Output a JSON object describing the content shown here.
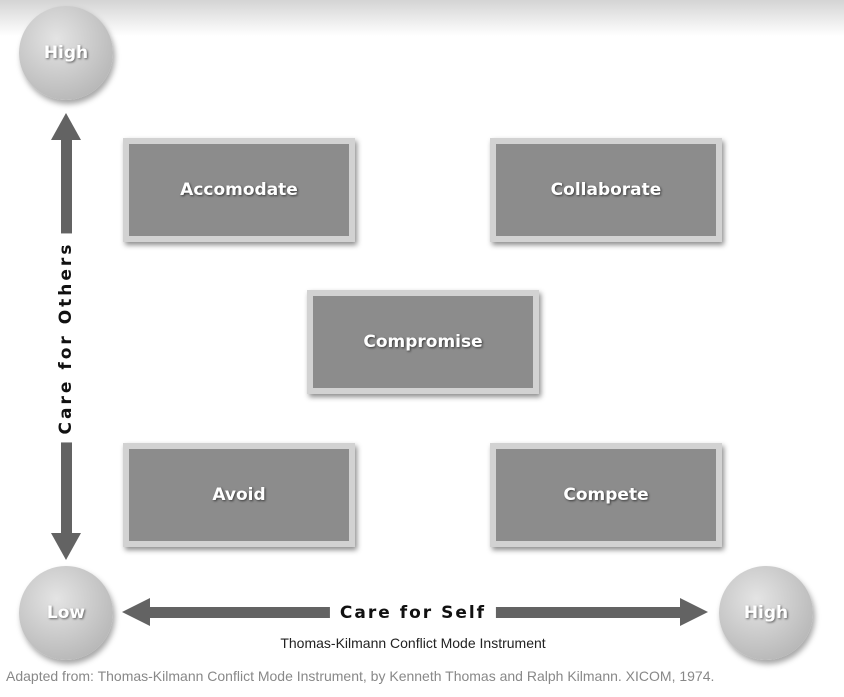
{
  "diagram": {
    "circles": {
      "top_left": "High",
      "bottom_left": "Low",
      "bottom_right": "High"
    },
    "modes": {
      "top_left": "Accomodate",
      "top_right": "Collaborate",
      "center": "Compromise",
      "bottom_left": "Avoid",
      "bottom_right": "Compete"
    },
    "y_axis_label": "Care for Others",
    "x_axis_label": "Care for Self",
    "subtitle": "Thomas-Kilmann Conflict Mode Instrument",
    "credit": "Adapted from: Thomas-Kilmann Conflict Mode Instrument, by Kenneth Thomas and Ralph Kilmann. XICOM, 1974.",
    "colors": {
      "arrow": "#636363",
      "box_fill": "#8c8c8c",
      "box_border": "#d2d2d2",
      "circle": "#bdbdbd"
    }
  }
}
